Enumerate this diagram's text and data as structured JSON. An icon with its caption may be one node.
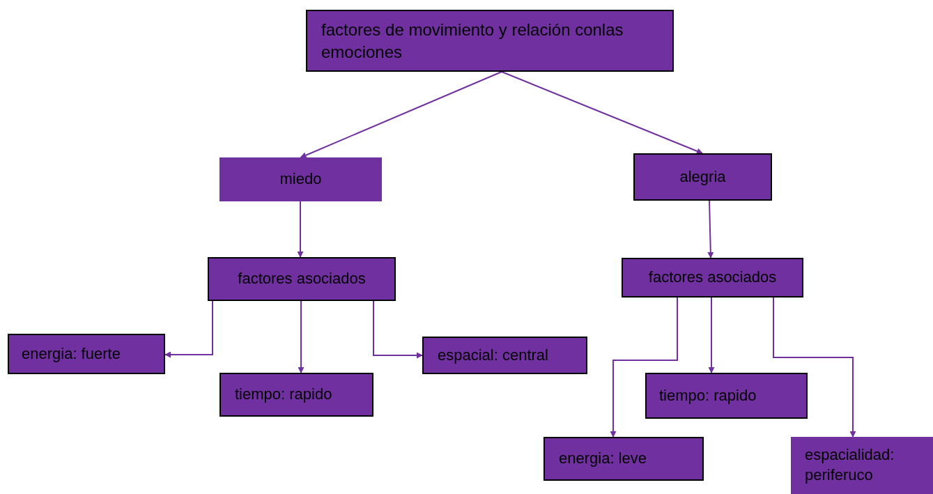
{
  "diagram": {
    "nodes": [
      {
        "text": [
          "factores de movimiento y relación conlas emociones"
        ]
      },
      {
        "text": [
          "miedo"
        ]
      },
      {
        "text": [
          "alegria"
        ]
      },
      {
        "text": [
          "factores asociados"
        ]
      },
      {
        "text": [
          "factores asociados"
        ]
      },
      {
        "text": [
          "energia: fuerte"
        ]
      },
      {
        "text": [
          "tiempo: rapido"
        ]
      },
      {
        "text": [
          "espacial: central"
        ]
      },
      {
        "text": [
          "tiempo: rapido"
        ]
      },
      {
        "text": [
          "energia: leve"
        ]
      },
      {
        "text": [
          "espacialidad: periferuco"
        ]
      }
    ],
    "edges": [
      {
        "from": 0,
        "to": 1,
        "arrow": "to"
      },
      {
        "from": 0,
        "to": 2,
        "arrow": "to"
      },
      {
        "from": 1,
        "to": 3,
        "arrow": "to"
      },
      {
        "from": 2,
        "to": 4,
        "arrow": "to"
      },
      {
        "from": 3,
        "to": 5,
        "arrow": "to"
      },
      {
        "from": 3,
        "to": 6,
        "arrow": "to"
      },
      {
        "from": 3,
        "to": 7,
        "arrow": "to"
      },
      {
        "from": 4,
        "to": 9,
        "arrow": "to"
      },
      {
        "from": 4,
        "to": 8,
        "arrow": "to"
      },
      {
        "from": 4,
        "to": 10,
        "arrow": "to"
      }
    ]
  }
}
